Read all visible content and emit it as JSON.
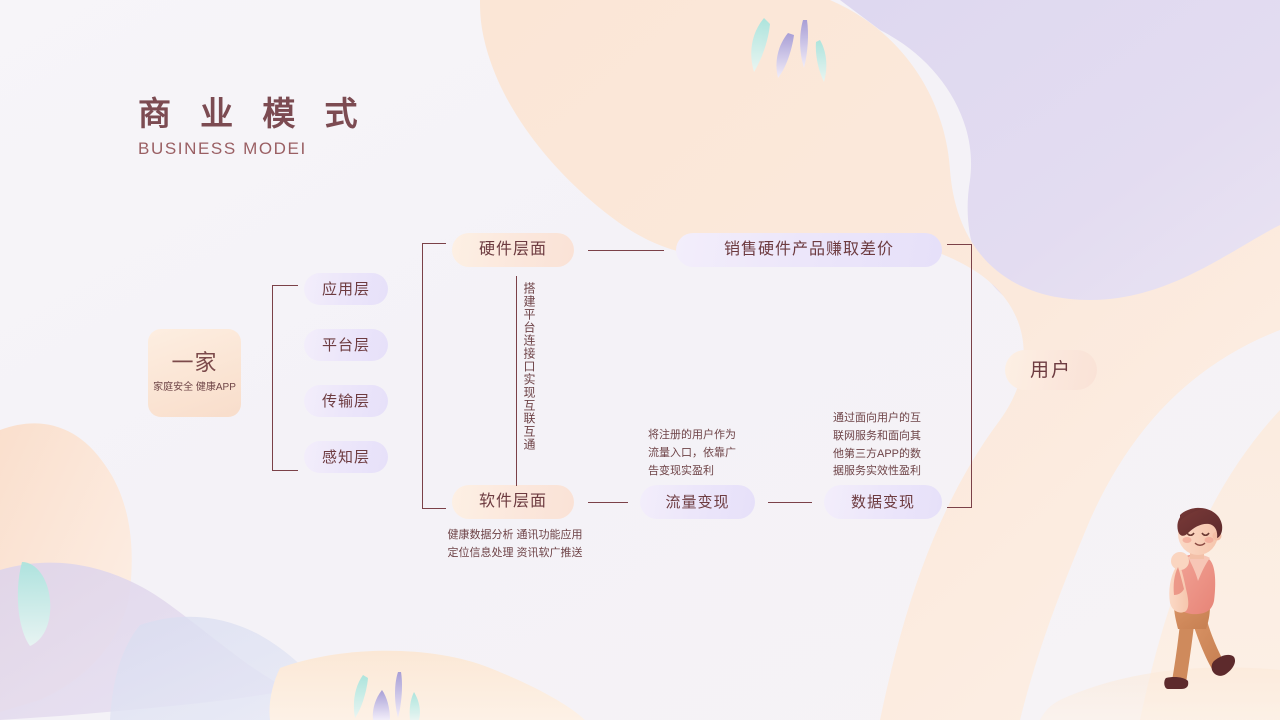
{
  "slide": {
    "title": "商 业 模 式",
    "subtitle": "BUSINESS  MODEI"
  },
  "app": {
    "name": "一家",
    "tagline": "家庭安全\n健康APP"
  },
  "layers": [
    {
      "label": "应用层"
    },
    {
      "label": "平台层"
    },
    {
      "label": "传输层"
    },
    {
      "label": "感知层"
    }
  ],
  "stages": {
    "hardware": "硬件层面",
    "software": "软件层面",
    "hardware_revenue": "销售硬件产品赚取差价",
    "traffic_monetization": "流量变现",
    "data_monetization": "数据变现",
    "user": "用户"
  },
  "captions": {
    "platform_vertical": "搭建平台连接口实现互联互通",
    "software_detail": "健康数据分析 通讯功能应用\n定位信息处理 资讯软广推送",
    "traffic_detail": "将注册的用户作为\n流量入口，依靠广\n告变现实盈利",
    "data_detail": "通过面向用户的互\n联网服务和面向其\n他第三方APP的数\n据服务实效性盈利"
  },
  "theme": {
    "title_color": "#7c4b52",
    "subtitle_color": "#9a5f63",
    "line_color": "#7b4148",
    "text_color": "#6d3b40",
    "pill_purple": "#ece6fa",
    "pill_peach": "#fbe7dc",
    "background": "#f6f4f8"
  },
  "decorations": {
    "character": "walking-person-illustration",
    "leaves_top": "leaf-cluster",
    "leaves_bottom_left": "leaf-cluster",
    "leaves_bottom_center": "leaf-cluster"
  }
}
